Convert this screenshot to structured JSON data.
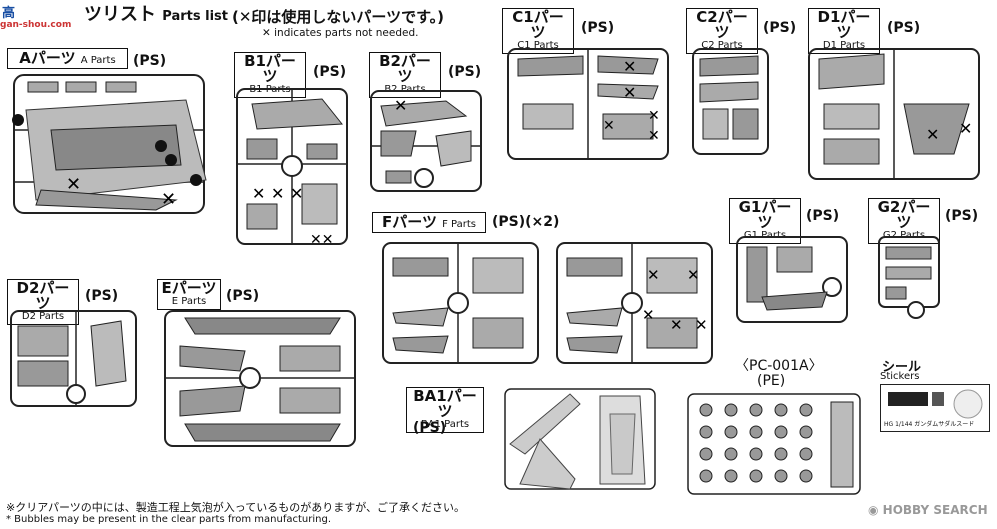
{
  "header": {
    "logo_text": "高",
    "title_jp": "ツリスト",
    "title_en": "Parts list",
    "note_jp": "(✕印は使用しないパーツです。)",
    "note_en": "✕ indicates parts not needed.",
    "watermark": "gan-shou.com"
  },
  "runners": {
    "A": {
      "jp": "Aパーツ",
      "en": "A Parts",
      "type": "(PS)"
    },
    "B1": {
      "jp": "B1パーツ",
      "en": "B1 Parts",
      "type": "(PS)"
    },
    "B2": {
      "jp": "B2パーツ",
      "en": "B2 Parts",
      "type": "(PS)"
    },
    "C1": {
      "jp": "C1パーツ",
      "en": "C1 Parts",
      "type": "(PS)"
    },
    "C2": {
      "jp": "C2パーツ",
      "en": "C2 Parts",
      "type": "(PS)"
    },
    "D1": {
      "jp": "D1パーツ",
      "en": "D1 Parts",
      "type": "(PS)"
    },
    "D2": {
      "jp": "D2パーツ",
      "en": "D2 Parts",
      "type": "(PS)"
    },
    "E": {
      "jp": "Eパーツ",
      "en": "E Parts",
      "type": "(PS)"
    },
    "F": {
      "jp": "Fパーツ",
      "en": "F Parts",
      "type": "(PS)(×2)"
    },
    "G1": {
      "jp": "G1パーツ",
      "en": "G1 Parts",
      "type": "(PS)"
    },
    "G2": {
      "jp": "G2パーツ",
      "en": "G2 Parts",
      "type": "(PS)"
    },
    "BA1": {
      "jp": "BA1パーツ",
      "en": "BA1 Parts",
      "type": "(PS)"
    },
    "PC": {
      "jp": "〈PC-001A〉",
      "type": "(PE)"
    },
    "stickers": {
      "jp": "シール",
      "en": "Stickers",
      "caption": "HG 1/144 ガンダムサダルスード"
    }
  },
  "footer": {
    "note_jp": "※クリアパーツの中には、製造工程上気泡が入っているものがありますが、ご了承ください。",
    "note_en": "* Bubbles may be present in the clear parts from manufacturing."
  },
  "watermark": {
    "brand": "HOBBY SEARCH"
  }
}
